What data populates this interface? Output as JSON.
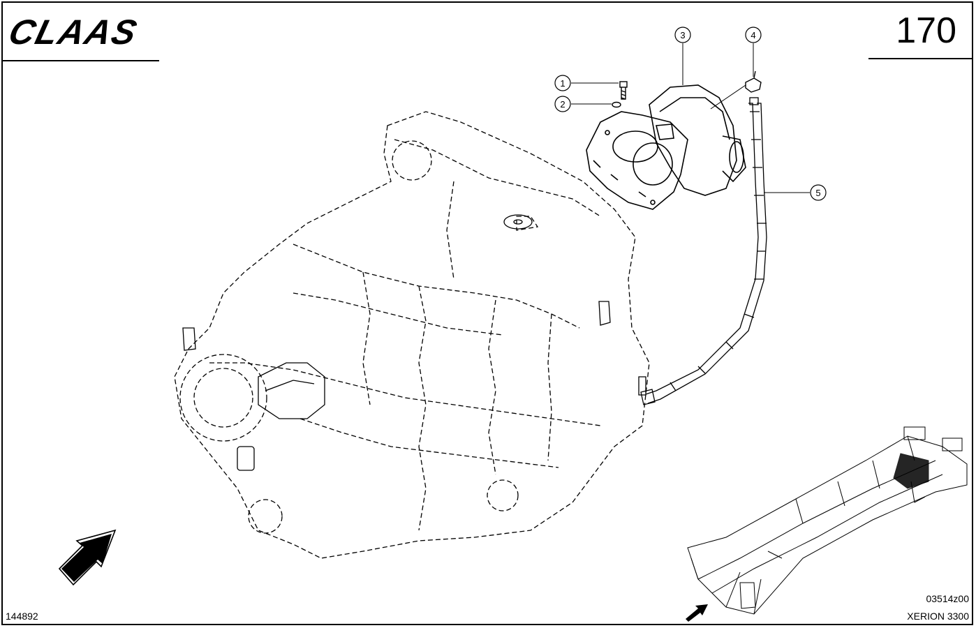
{
  "header": {
    "logo_text": "CLAAS",
    "page_number": "170"
  },
  "callouts": [
    {
      "number": "1"
    },
    {
      "number": "2"
    },
    {
      "number": "3"
    },
    {
      "number": "4"
    },
    {
      "number": "5"
    }
  ],
  "footer": {
    "drawing_id": "144892",
    "reference_code": "03514z00",
    "model": "XERION 3300"
  },
  "icons": {
    "direction_arrow": "arrow-down-left-icon"
  }
}
